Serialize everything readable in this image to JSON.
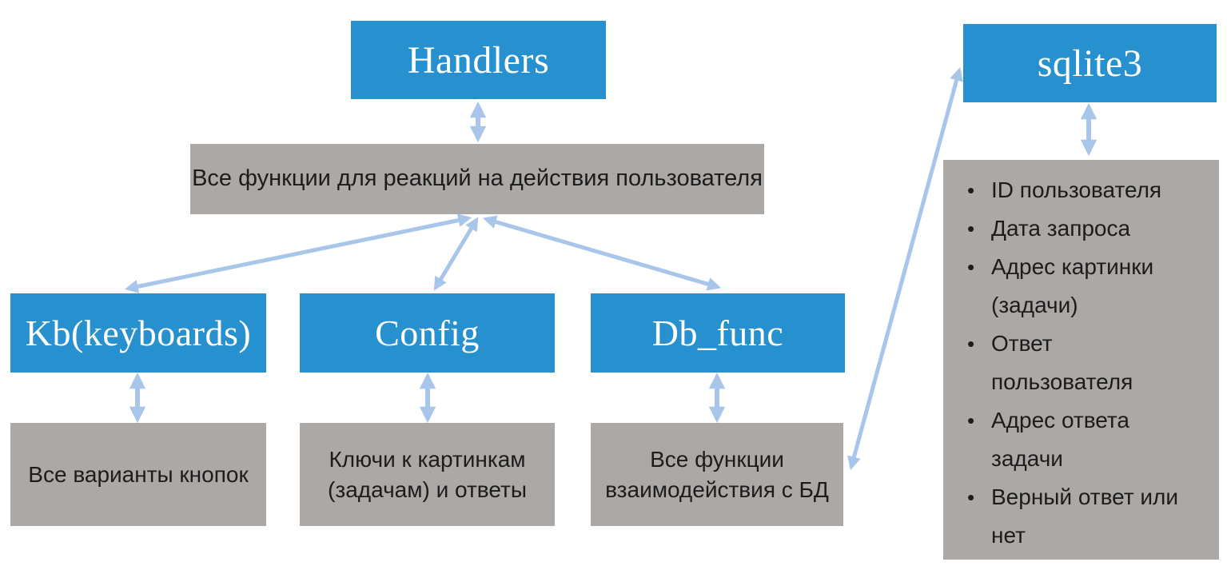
{
  "diagram": {
    "title": "bot modules architecture",
    "colors": {
      "module_fill": "#2790CE",
      "module_text": "#FFFFFF",
      "desc_fill": "#ABA8A6",
      "desc_text": "#1C1C1C",
      "arrow": "#A8C5EA",
      "background": "#FFFFFF"
    },
    "nodes": {
      "handlers": {
        "label": "Handlers"
      },
      "handlers_desc": {
        "label": "Все функции для реакций на действия  пользователя"
      },
      "kb": {
        "label": "Kb(keyboards)"
      },
      "kb_desc": {
        "label": "Все варианты кнопок"
      },
      "config": {
        "label": "Config"
      },
      "config_desc": {
        "label": "Ключи к картинкам (задачам) и ответы"
      },
      "db_func": {
        "label": "Db_func"
      },
      "db_func_desc": {
        "label": "Все функции взаимодействия с БД"
      },
      "sqlite3": {
        "label": "sqlite3"
      },
      "sqlite3_fields": {
        "items": [
          "ID пользователя",
          "Дата запроса",
          "Адрес картинки (задачи)",
          "Ответ пользователя",
          "Адрес ответа задачи",
          "Верный ответ или нет"
        ]
      }
    },
    "edges": [
      {
        "from": "handlers",
        "to": "handlers_desc",
        "type": "double-arrow"
      },
      {
        "from": "handlers_desc",
        "to": "kb",
        "type": "double-arrow"
      },
      {
        "from": "handlers_desc",
        "to": "config",
        "type": "double-arrow"
      },
      {
        "from": "handlers_desc",
        "to": "db_func",
        "type": "double-arrow"
      },
      {
        "from": "kb",
        "to": "kb_desc",
        "type": "double-arrow"
      },
      {
        "from": "config",
        "to": "config_desc",
        "type": "double-arrow"
      },
      {
        "from": "db_func",
        "to": "db_func_desc",
        "type": "double-arrow"
      },
      {
        "from": "sqlite3",
        "to": "sqlite3_fields",
        "type": "double-arrow"
      },
      {
        "from": "db_func_desc",
        "to": "sqlite3",
        "type": "double-arrow"
      }
    ]
  }
}
